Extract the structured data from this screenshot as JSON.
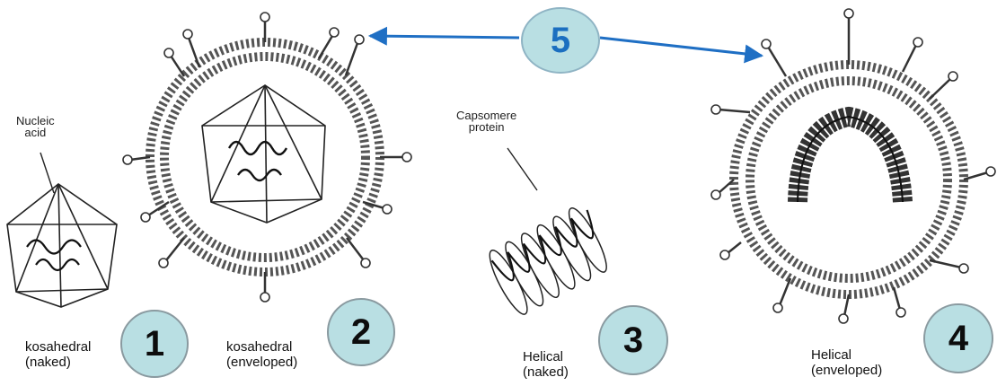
{
  "labels": {
    "nucleic_acid": [
      "Nucleic",
      "acid"
    ],
    "capsomere_protein": [
      "Capsomere",
      "protein"
    ],
    "icosahedral_naked": [
      "kosahedral",
      "(naked)"
    ],
    "icosahedral_enveloped": [
      "kosahedral",
      "(enveloped)"
    ],
    "helical_naked": [
      "Helical",
      "(naked)"
    ],
    "helical_enveloped": [
      "Helical",
      "(enveloped)"
    ]
  },
  "badges": [
    "1",
    "2",
    "3",
    "4",
    "5"
  ],
  "colors": {
    "badge_fill": "#b9dfe3",
    "badge_5_text": "#1b6fc0",
    "arrow": "#1f6fc4",
    "line_art": "#222222"
  }
}
